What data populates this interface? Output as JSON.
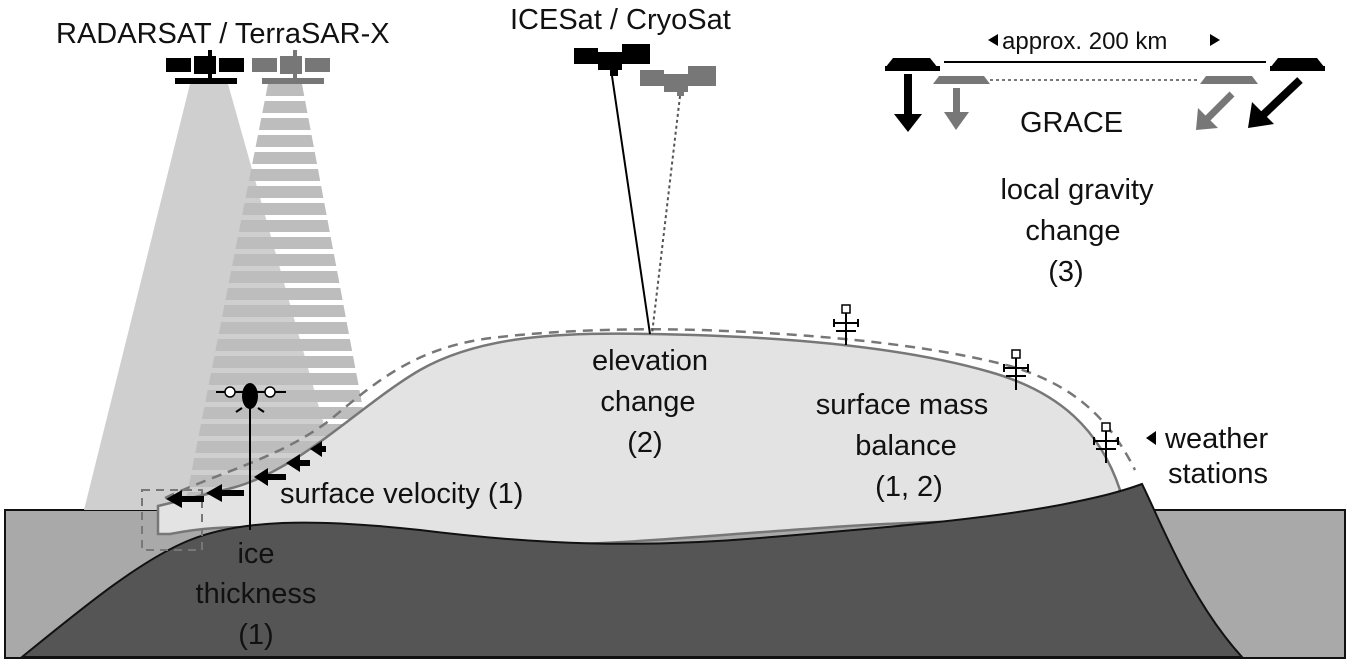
{
  "labels": {
    "radar_sats": "RADARSAT / TerraSAR-X",
    "altimetry_sats": "ICESat / CryoSat",
    "grace_distance": "approx. 200 km",
    "grace": "GRACE",
    "gravity_line1": "local gravity",
    "gravity_line2": "change",
    "gravity_line3": "(3)",
    "elevation_line1": "elevation",
    "elevation_line2": "change",
    "elevation_line3": "(2)",
    "smb_line1": "surface mass",
    "smb_line2": "balance",
    "smb_line3": "(1, 2)",
    "weather_line1": "weather",
    "weather_line2": "stations",
    "velocity": "surface velocity (1)",
    "thickness_line1": "ice",
    "thickness_line2": "thickness",
    "thickness_line3": "(1)"
  },
  "colors": {
    "bedrock": "#555555",
    "ocean": "#a9a9a9",
    "ice": "#e3e3e3",
    "ice_outline": "#777777",
    "sat_primary": "#000000",
    "sat_secondary": "#777777"
  },
  "icons": [
    "radar-satellite-icon",
    "altimetry-satellite-icon",
    "grace-satellite-icon",
    "aircraft-icon",
    "weather-station-icon",
    "arrow-icon"
  ]
}
